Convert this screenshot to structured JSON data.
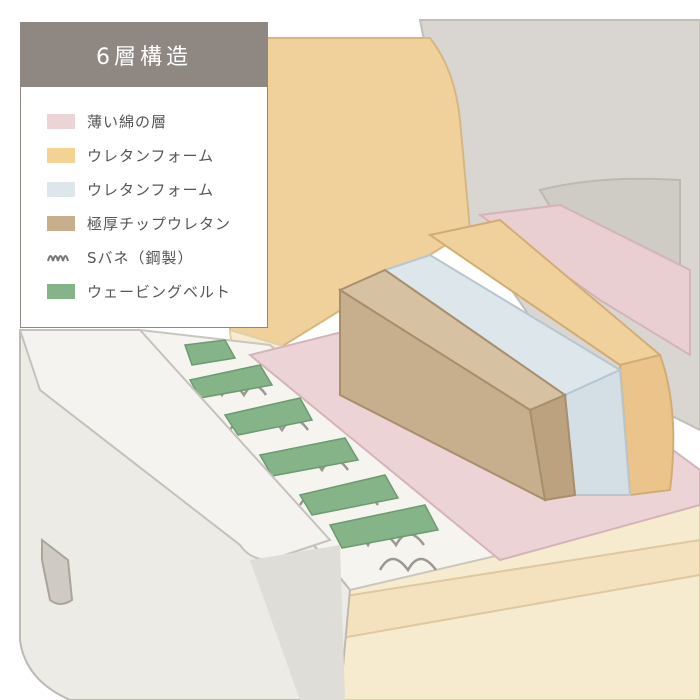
{
  "title": "6層構造",
  "legend": [
    {
      "label": "薄い綿の層",
      "color": "#ecd3d6",
      "icon": "pink-swatch"
    },
    {
      "label": "ウレタンフォーム",
      "color": "#f3d394",
      "icon": "yellow-swatch"
    },
    {
      "label": "ウレタンフォーム",
      "color": "#dde6eb",
      "icon": "light-blue-swatch"
    },
    {
      "label": "極厚チップウレタン",
      "color": "#c7ae8d",
      "icon": "tan-swatch"
    },
    {
      "label": "Sバネ（鋼製）",
      "color": "#777777",
      "icon": "spring-icon"
    },
    {
      "label": "ウェービングベルト",
      "color": "#85b489",
      "icon": "green-swatch"
    }
  ]
}
